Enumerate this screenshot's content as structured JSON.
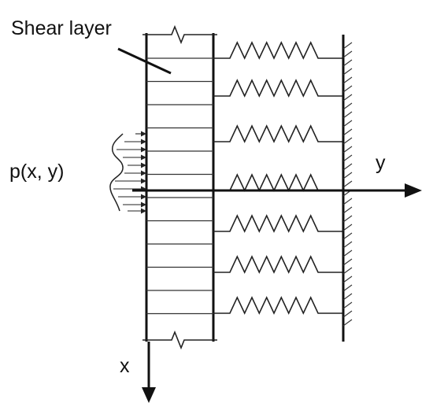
{
  "labels": {
    "shear_layer": "Shear layer",
    "load": "p(x, y)",
    "y_axis": "y",
    "x_axis": "x"
  },
  "colors": {
    "line": "#111111",
    "thin_line": "#222222",
    "background": "#ffffff"
  }
}
